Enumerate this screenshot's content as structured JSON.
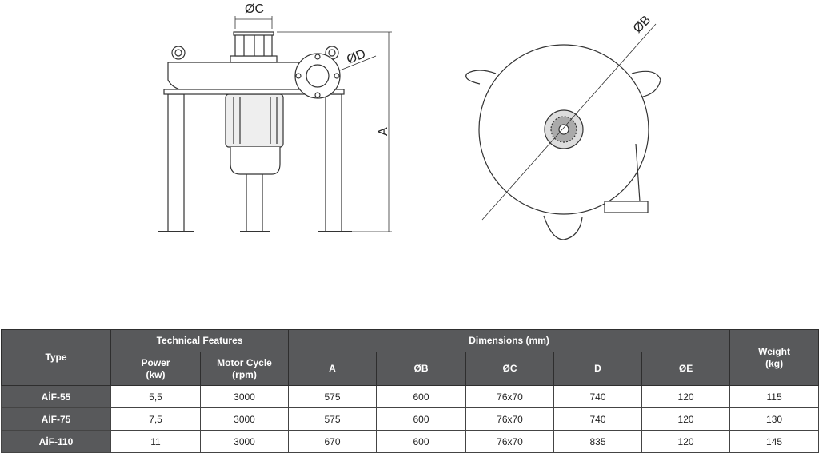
{
  "drawing": {
    "side_view_labels": {
      "dia_c": "ØC",
      "dia_d": "ØD",
      "a": "A"
    },
    "top_view_labels": {
      "dia_b": "ØB"
    }
  },
  "table": {
    "type_header": "Type",
    "technical_features_header": "Technical Features",
    "dimensions_header": "Dimensions (mm)",
    "weight_header": [
      "Weight",
      "(kg)"
    ],
    "power_header": [
      "Power",
      "(kw)"
    ],
    "motor_cycle_header": [
      "Motor Cycle",
      "(rpm)"
    ],
    "dim_columns": [
      "A",
      "ØB",
      "ØC",
      "D",
      "ØE"
    ],
    "rows": [
      {
        "type": "AİF-55",
        "power": "5,5",
        "rpm": "3000",
        "a": "575",
        "b": "600",
        "c": "76x70",
        "d": "740",
        "e": "120",
        "weight": "115"
      },
      {
        "type": "AİF-75",
        "power": "7,5",
        "rpm": "3000",
        "a": "575",
        "b": "600",
        "c": "76x70",
        "d": "740",
        "e": "120",
        "weight": "130"
      },
      {
        "type": "AİF-110",
        "power": "11",
        "rpm": "3000",
        "a": "670",
        "b": "600",
        "c": "76x70",
        "d": "835",
        "e": "120",
        "weight": "145"
      }
    ]
  }
}
